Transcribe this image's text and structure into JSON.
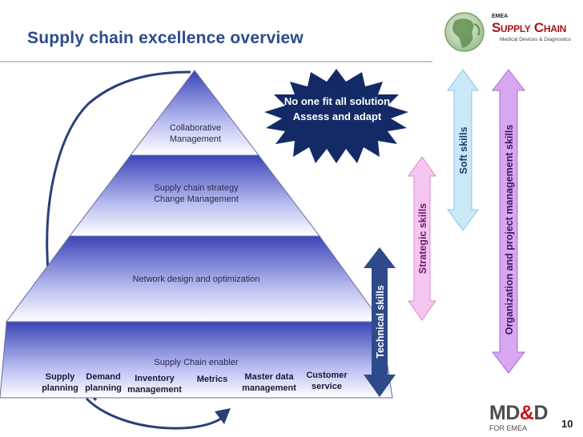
{
  "slide": {
    "title": "Supply chain excellence overview",
    "page_number": "10"
  },
  "logo_top": {
    "small": "EMEA",
    "brand": "Supply Chain",
    "tagline": "Medical Devices & Diagnostics"
  },
  "logo_bottom": {
    "brand": "MD&D",
    "sub": "FOR EMEA"
  },
  "pyramid": {
    "levels": [
      {
        "lines": [
          "Collaborative",
          "Management"
        ]
      },
      {
        "lines": [
          "Supply chain strategy",
          "Change Management"
        ]
      },
      {
        "lines": [
          "Network design and optimization"
        ]
      },
      {
        "lines": [
          "Supply Chain enabler"
        ]
      }
    ],
    "enablers": [
      {
        "lines": [
          "Supply",
          "planning"
        ]
      },
      {
        "lines": [
          "Demand",
          "planning"
        ]
      },
      {
        "lines": [
          "Inventory",
          "management"
        ]
      },
      {
        "lines": [
          "Metrics"
        ]
      },
      {
        "lines": [
          "Master data",
          "management"
        ]
      },
      {
        "lines": [
          "Customer",
          "service"
        ]
      }
    ]
  },
  "starburst": {
    "lines": [
      "No one fit all solution",
      "Assess and adapt"
    ]
  },
  "skill_arrows": [
    {
      "label": "Technical skills",
      "color": "#2f4a8a"
    },
    {
      "label": "Strategic skills",
      "color": "#f4c6f0"
    },
    {
      "label": "Soft skills",
      "color": "#c9e8f8"
    },
    {
      "label": "Organization and project management skills",
      "color": "#d9a6f0"
    }
  ]
}
